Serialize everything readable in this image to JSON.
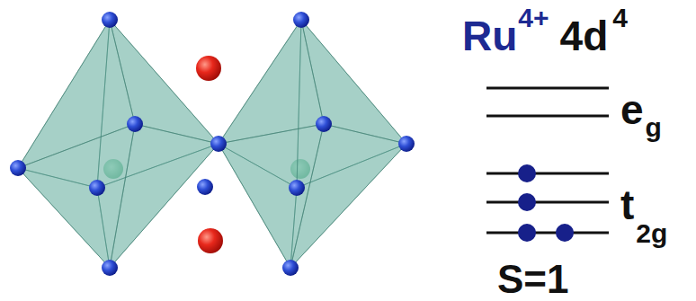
{
  "diagram": {
    "labels": [
      "Ru",
      "4+",
      "4d",
      "4",
      "e",
      "g",
      "t",
      "2g",
      "S=1"
    ]
  }
}
